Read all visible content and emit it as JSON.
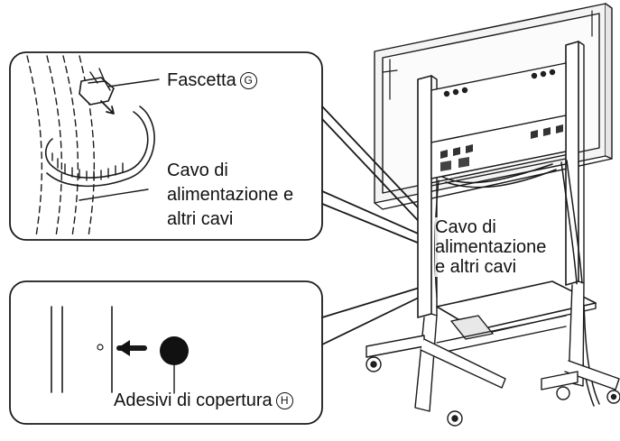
{
  "labels": {
    "clamp": {
      "text": "Fascetta",
      "marker": "G"
    },
    "inset_cables": [
      "Cavo di",
      "alimentazione e",
      "altri cavi"
    ],
    "main_cables": [
      "Cavo di",
      "alimentazione",
      "e altri cavi"
    ],
    "cover_stickers": {
      "text": "Adesivi di copertura",
      "marker": "H"
    }
  },
  "colors": {
    "line": "#1a1a1a",
    "sticker": "#111111",
    "background": "#ffffff"
  }
}
